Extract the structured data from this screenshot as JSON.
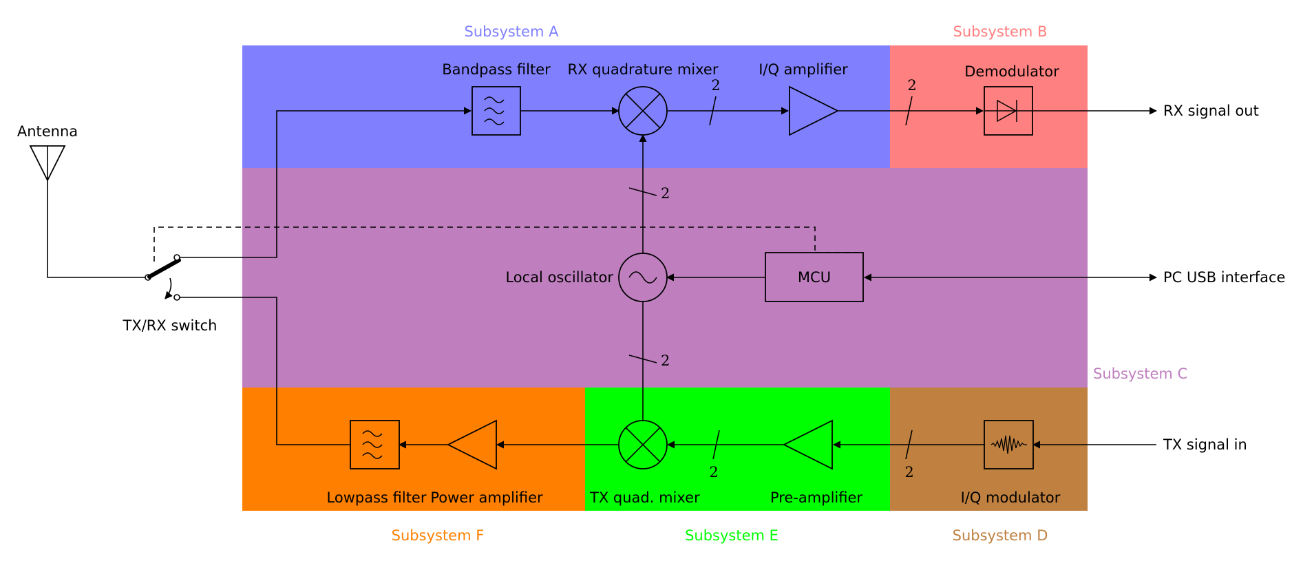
{
  "colors": {
    "subsystem_a": "#8080ff",
    "subsystem_b": "#ff8080",
    "subsystem_c": "#bf7fbf",
    "subsystem_d": "#bf8040",
    "subsystem_e": "#00ff00",
    "subsystem_f": "#ff8000"
  },
  "subsystems": {
    "a": "Subsystem A",
    "b": "Subsystem B",
    "c": "Subsystem C",
    "d": "Subsystem D",
    "e": "Subsystem E",
    "f": "Subsystem F"
  },
  "blocks": {
    "antenna": "Antenna",
    "txrx_switch": "TX/RX switch",
    "bandpass_filter": "Bandpass filter",
    "rx_mixer": "RX quadrature mixer",
    "iq_amplifier": "I/Q amplifier",
    "demodulator": "Demodulator",
    "local_oscillator": "Local oscillator",
    "mcu": "MCU",
    "lowpass_filter": "Lowpass filter",
    "power_amplifier": "Power amplifier",
    "tx_mixer": "TX quad. mixer",
    "pre_amplifier": "Pre-amplifier",
    "iq_modulator": "I/Q modulator"
  },
  "io": {
    "rx_out": "RX signal out",
    "pc_usb": "PC USB interface",
    "tx_in": "TX signal in"
  },
  "bus_width": "2",
  "icons": {
    "antenna": "antenna-icon",
    "filter": "filter-wave-icon",
    "mixer": "mixer-cross-icon",
    "oscillator": "sine-source-icon",
    "amplifier": "triangle-amplifier-icon",
    "diode": "diode-icon",
    "modulator": "modulated-wave-icon"
  }
}
